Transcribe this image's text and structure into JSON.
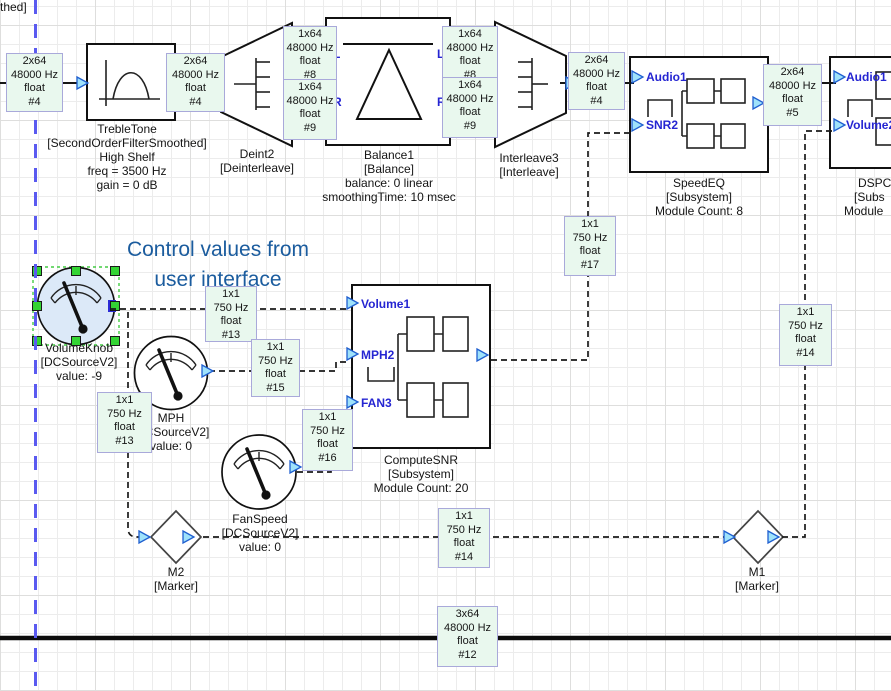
{
  "heading": [
    "Control values from",
    "user interface"
  ],
  "edge_fragment": "thed]",
  "blocks": {
    "trebletone": {
      "lines": [
        "TrebleTone",
        "[SecondOrderFilterSmoothed]",
        "High Shelf",
        "freq = 3500 Hz",
        "gain = 0 dB"
      ]
    },
    "deint2": {
      "lines": [
        "Deint2",
        "[Deinterleave]"
      ]
    },
    "balance1": {
      "lines": [
        "Balance1",
        "[Balance]",
        "balance: 0 linear",
        "smoothingTime: 10 msec"
      ],
      "pins": [
        "L",
        "R"
      ]
    },
    "interleave3": {
      "lines": [
        "Interleave3",
        "[Interleave]"
      ]
    },
    "speedeq": {
      "lines": [
        "SpeedEQ",
        "[Subsystem]",
        "Module Count: 8"
      ],
      "pins": [
        "Audio1",
        "SNR2"
      ]
    },
    "dsp_clipped": {
      "lines": [
        "DSPC",
        "[Subs",
        "Module"
      ],
      "pins": [
        "Audio1",
        "Volume2"
      ]
    },
    "computesnr": {
      "lines": [
        "ComputeSNR",
        "[Subsystem]",
        "Module Count: 20"
      ],
      "pins": [
        "Volume1",
        "MPH2",
        "FAN3"
      ]
    },
    "volumeknob": {
      "lines": [
        "VolumeKnob",
        "[DCSourceV2]",
        "value: -9"
      ]
    },
    "mph": {
      "lines": [
        "MPH",
        "[DCSourceV2]",
        "value: 0"
      ]
    },
    "fanspeed": {
      "lines": [
        "FanSpeed",
        "[DCSourceV2]",
        "value: 0"
      ]
    },
    "m2": {
      "lines": [
        "M2",
        "[Marker]"
      ]
    },
    "m1": {
      "lines": [
        "M1",
        "[Marker]"
      ]
    }
  },
  "annotations": [
    {
      "lines": [
        "2x64",
        "48000 Hz",
        "float",
        "#4"
      ]
    },
    {
      "lines": [
        "2x64",
        "48000 Hz",
        "float",
        "#4"
      ]
    },
    {
      "lines": [
        "1x64",
        "48000 Hz",
        "float",
        "#8"
      ]
    },
    {
      "lines": [
        "1x64",
        "48000 Hz",
        "float",
        "#9"
      ]
    },
    {
      "lines": [
        "1x64",
        "48000 Hz",
        "float",
        "#8"
      ]
    },
    {
      "lines": [
        "1x64",
        "48000 Hz",
        "float",
        "#9"
      ]
    },
    {
      "lines": [
        "2x64",
        "48000 Hz",
        "float",
        "#4"
      ]
    },
    {
      "lines": [
        "2x64",
        "48000 Hz",
        "float",
        "#5"
      ]
    },
    {
      "lines": [
        "1x1",
        "750 Hz",
        "float",
        "#17"
      ]
    },
    {
      "lines": [
        "1x1",
        "750 Hz",
        "float",
        "#13"
      ]
    },
    {
      "lines": [
        "1x1",
        "750 Hz",
        "float",
        "#15"
      ]
    },
    {
      "lines": [
        "1x1",
        "750 Hz",
        "float",
        "#13"
      ]
    },
    {
      "lines": [
        "1x1",
        "750 Hz",
        "float",
        "#16"
      ]
    },
    {
      "lines": [
        "1x1",
        "750 Hz",
        "float",
        "#14"
      ]
    },
    {
      "lines": [
        "1x1",
        "750 Hz",
        "float",
        "#14"
      ]
    },
    {
      "lines": [
        "3x64",
        "48000 Hz",
        "float",
        "#12"
      ]
    }
  ],
  "colors": {
    "heading_blue": "#1b5c9e",
    "pin_label_blue": "#2525d2",
    "annotation_bg": "#e9f8ee",
    "annotation_border": "#a9a9da",
    "selection_green": "#33d433",
    "guide_line_blue": "#5a5af0",
    "pin_triangle_fill": "#9fe2fb"
  }
}
